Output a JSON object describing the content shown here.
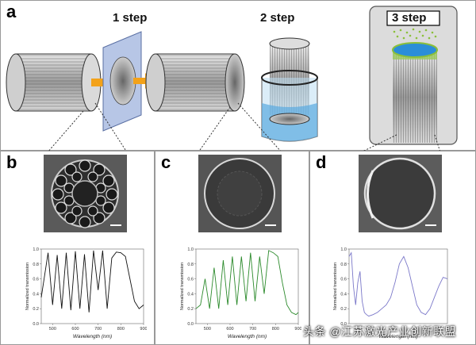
{
  "figure": {
    "panel_labels": {
      "a": "a",
      "b": "b",
      "c": "c",
      "d": "d"
    },
    "steps": {
      "s1": "1 step",
      "s2": "2 step",
      "s3": "3 step"
    },
    "watermark": "头条 @江苏激光产业创新联盟"
  },
  "chart_data": [
    {
      "type": "line",
      "panel": "b",
      "ylabel": "Normalized transmission",
      "xlabel": "Wavelength (nm)",
      "xlim": [
        450,
        900
      ],
      "ylim": [
        0,
        1.0
      ],
      "xticks": [
        "500",
        "600",
        "700",
        "800",
        "900"
      ],
      "yticks": [
        "0.0",
        "0.2",
        "0.4",
        "0.6",
        "0.8",
        "1.0"
      ],
      "x": [
        450,
        480,
        500,
        520,
        540,
        560,
        580,
        600,
        620,
        640,
        660,
        680,
        700,
        720,
        740,
        760,
        780,
        800,
        820,
        840,
        860,
        880,
        900
      ],
      "values": [
        0.35,
        0.95,
        0.25,
        0.92,
        0.2,
        0.95,
        0.18,
        0.97,
        0.2,
        0.93,
        0.15,
        0.98,
        0.45,
        0.98,
        0.2,
        0.88,
        0.96,
        0.95,
        0.9,
        0.6,
        0.3,
        0.2,
        0.25
      ]
    },
    {
      "type": "line",
      "panel": "c",
      "ylabel": "Normalized transmission",
      "xlabel": "Wavelength (nm)",
      "xlim": [
        450,
        900
      ],
      "ylim": [
        0,
        1.0
      ],
      "xticks": [
        "500",
        "600",
        "700",
        "800",
        "900"
      ],
      "yticks": [
        "0.0",
        "0.2",
        "0.4",
        "0.6",
        "0.8",
        "1.0"
      ],
      "x": [
        450,
        470,
        490,
        510,
        530,
        550,
        570,
        590,
        610,
        630,
        650,
        670,
        690,
        710,
        730,
        750,
        770,
        790,
        810,
        830,
        850,
        870,
        890,
        900
      ],
      "values": [
        0.2,
        0.25,
        0.6,
        0.2,
        0.75,
        0.2,
        0.85,
        0.25,
        0.9,
        0.25,
        0.9,
        0.3,
        0.95,
        0.3,
        0.9,
        0.4,
        0.98,
        0.95,
        0.9,
        0.55,
        0.25,
        0.15,
        0.12,
        0.15
      ]
    },
    {
      "type": "line",
      "panel": "d",
      "ylabel": "Normalized transmission",
      "xlabel": "Wavelength (nm)",
      "xlim": [
        450,
        900
      ],
      "ylim": [
        0,
        1.0
      ],
      "xticks": [],
      "yticks": [
        "0.0",
        "0.2",
        "0.4",
        "0.6",
        "0.8",
        "1.0"
      ],
      "x": [
        450,
        460,
        470,
        480,
        490,
        500,
        510,
        520,
        530,
        540,
        560,
        580,
        600,
        620,
        640,
        660,
        680,
        700,
        720,
        740,
        760,
        780,
        800,
        820,
        840,
        860,
        880,
        900
      ],
      "values": [
        0.9,
        0.95,
        0.5,
        0.25,
        0.55,
        0.7,
        0.3,
        0.15,
        0.12,
        0.1,
        0.12,
        0.15,
        0.2,
        0.25,
        0.35,
        0.55,
        0.8,
        0.9,
        0.75,
        0.5,
        0.25,
        0.15,
        0.12,
        0.2,
        0.35,
        0.5,
        0.62,
        0.6
      ]
    }
  ]
}
